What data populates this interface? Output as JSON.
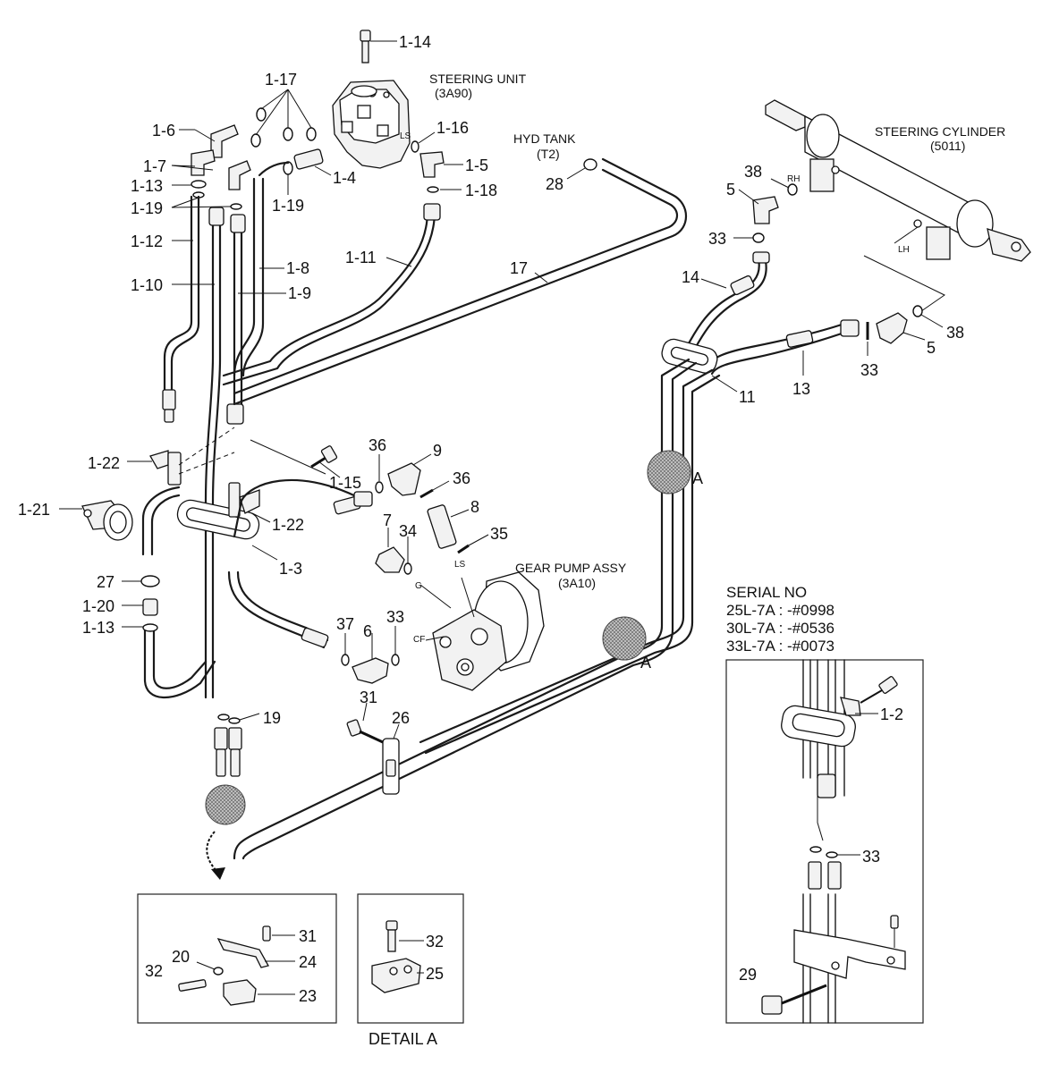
{
  "components": {
    "steering_unit": {
      "name": "STEERING UNIT",
      "code": "(3A90)"
    },
    "hyd_tank": {
      "name": "HYD TANK",
      "code": "(T2)"
    },
    "steering_cylinder": {
      "name": "STEERING CYLINDER",
      "code": "(5011)"
    },
    "gear_pump": {
      "name": "GEAR PUMP ASSY",
      "code": "(3A10)"
    }
  },
  "port_labels": {
    "ls_top": "LS",
    "ls_pump": "LS",
    "g": "G",
    "cf": "CF",
    "rh": "RH",
    "lh": "LH"
  },
  "callouts": {
    "c1_14": "1-14",
    "c1_17": "1-17",
    "c1_6": "1-6",
    "c1_7": "1-7",
    "c1_13_top": "1-13",
    "c1_19_left": "1-19",
    "c1_19_mid": "1-19",
    "c1_4": "1-4",
    "c1_16": "1-16",
    "c1_5": "1-5",
    "c1_18": "1-18",
    "c1_12": "1-12",
    "c1_10": "1-10",
    "c1_8": "1-8",
    "c1_9": "1-9",
    "c1_11": "1-11",
    "c17": "17",
    "c28": "28",
    "c38_top": "38",
    "c5_top": "5",
    "c33_top": "33",
    "c14": "14",
    "c38_right": "38",
    "c5_right": "5",
    "c33_right": "33",
    "c13": "13",
    "c11": "11",
    "c1_22_left": "1-22",
    "c1_21": "1-21",
    "c1_15": "1-15",
    "c1_22_mid": "1-22",
    "c1_3": "1-3",
    "c36_a": "36",
    "c9": "9",
    "c36_b": "36",
    "c8": "8",
    "c7": "7",
    "c34": "34",
    "c35": "35",
    "c27": "27",
    "c1_20": "1-20",
    "c1_13_bottom": "1-13",
    "c37": "37",
    "c6": "6",
    "c33_mid": "33",
    "c19": "19",
    "c31": "31",
    "c26": "26",
    "cA_upper": "A",
    "cA_lower": "A",
    "c1_2": "1-2",
    "c33_inset": "33",
    "c29": "29",
    "d_31": "31",
    "d_24": "24",
    "d_20": "20",
    "d_32_left": "32",
    "d_23": "23",
    "d_32_right": "32",
    "d_25": "25"
  },
  "serial": {
    "heading": "SERIAL NO",
    "lines": [
      "25L-7A : -#0998",
      "30L-7A : -#0536",
      "33L-7A : -#0073"
    ]
  },
  "detail_a_caption": "DETAIL A"
}
